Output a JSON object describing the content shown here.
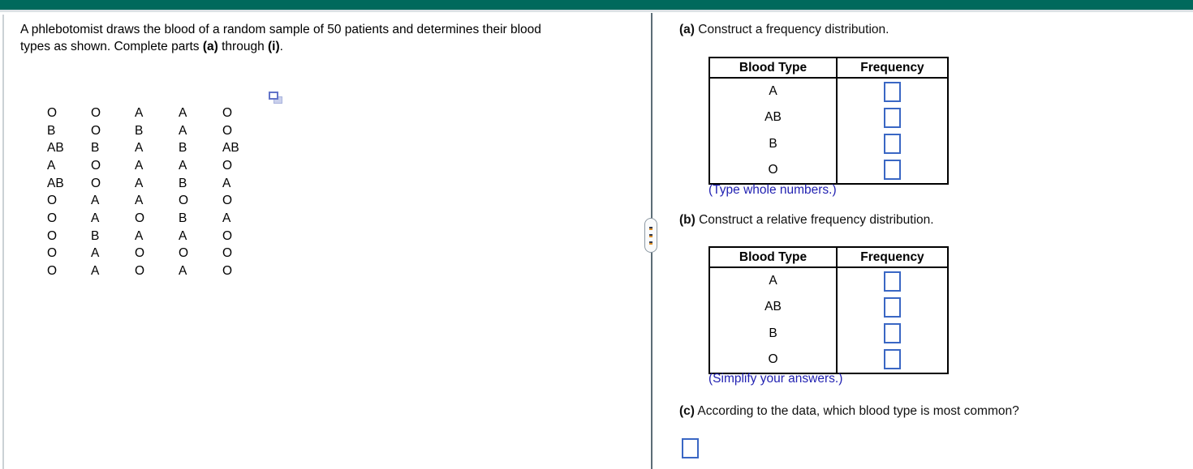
{
  "topbar": {
    "color": "#00695C"
  },
  "problem": {
    "line1": "A phlebotomist draws the blood of a random sample of 50 patients and determines their blood",
    "line2_pre": "types as shown. Complete parts ",
    "line2_bold_a": "(a)",
    "line2_mid": " through ",
    "line2_bold_i": "(i)",
    "line2_end": "."
  },
  "data_grid": {
    "rows": [
      [
        "O",
        "O",
        "A",
        "A",
        "O"
      ],
      [
        "B",
        "O",
        "B",
        "A",
        "O"
      ],
      [
        "AB",
        "B",
        "A",
        "B",
        "AB"
      ],
      [
        "A",
        "O",
        "A",
        "A",
        "O"
      ],
      [
        "AB",
        "O",
        "A",
        "B",
        "A"
      ],
      [
        "O",
        "A",
        "A",
        "O",
        "O"
      ],
      [
        "O",
        "A",
        "O",
        "B",
        "A"
      ],
      [
        "O",
        "B",
        "A",
        "A",
        "O"
      ],
      [
        "O",
        "A",
        "O",
        "O",
        "O"
      ],
      [
        "O",
        "A",
        "O",
        "A",
        "O"
      ]
    ]
  },
  "parts": {
    "a": {
      "label": "(a)",
      "prompt": "Construct a frequency distribution.",
      "note": "(Type whole numbers.)",
      "table": {
        "headers": [
          "Blood Type",
          "Frequency"
        ],
        "row_labels": [
          "A",
          "AB",
          "B",
          "O"
        ],
        "input_values": [
          "",
          "",
          "",
          ""
        ]
      }
    },
    "b": {
      "label": "(b)",
      "prompt": "Construct a relative frequency distribution.",
      "note": "(Simplify your answers.)",
      "table": {
        "headers": [
          "Blood Type",
          "Frequency"
        ],
        "row_labels": [
          "A",
          "AB",
          "B",
          "O"
        ],
        "input_values": [
          "",
          "",
          "",
          ""
        ]
      }
    },
    "c": {
      "label": "(c)",
      "prompt": "According to the data, which blood type is most common?",
      "input_value": ""
    }
  },
  "icons": {
    "copy_icon": "copy-data-popup",
    "resize_handle": "panel-resize-grip"
  },
  "colors": {
    "topbar": "#00695C",
    "answer_box_border": "#3A67C4",
    "note_text": "#2222B2",
    "divider": "#5C6D77",
    "table_border": "#000000"
  }
}
